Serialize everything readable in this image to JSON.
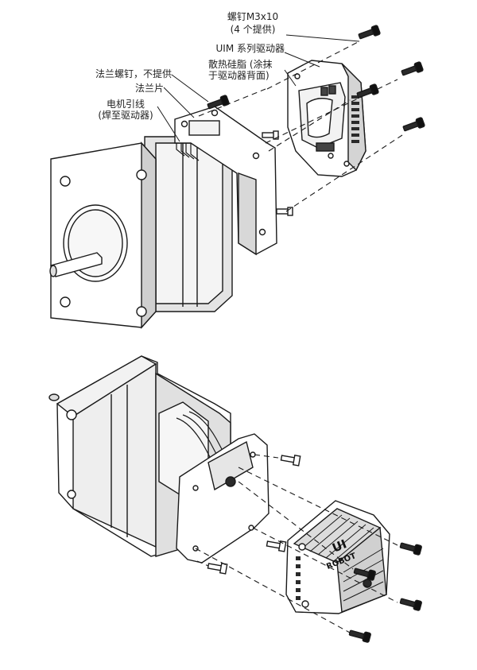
{
  "top_labels": {
    "screw_line1": "螺钉M3x10",
    "screw_line2": "(4 个提供)",
    "driver": "UIM 系列驱动器",
    "grease_line1": "散热硅脂 (涂抹",
    "grease_line2": "于驱动器背面)",
    "flange_screw": "法兰螺钉，不提供",
    "flange_plate": "法兰片",
    "wire_line1": "电机引线",
    "wire_line2": "(焊至驱动器)"
  },
  "bottom_logo": {
    "line1": "UI",
    "line2": "ROBOT"
  },
  "colors": {
    "line": "#1a1a1a",
    "fill": "#ffffff",
    "shade": "#d6d6d6",
    "dark": "#2a2a2a"
  }
}
